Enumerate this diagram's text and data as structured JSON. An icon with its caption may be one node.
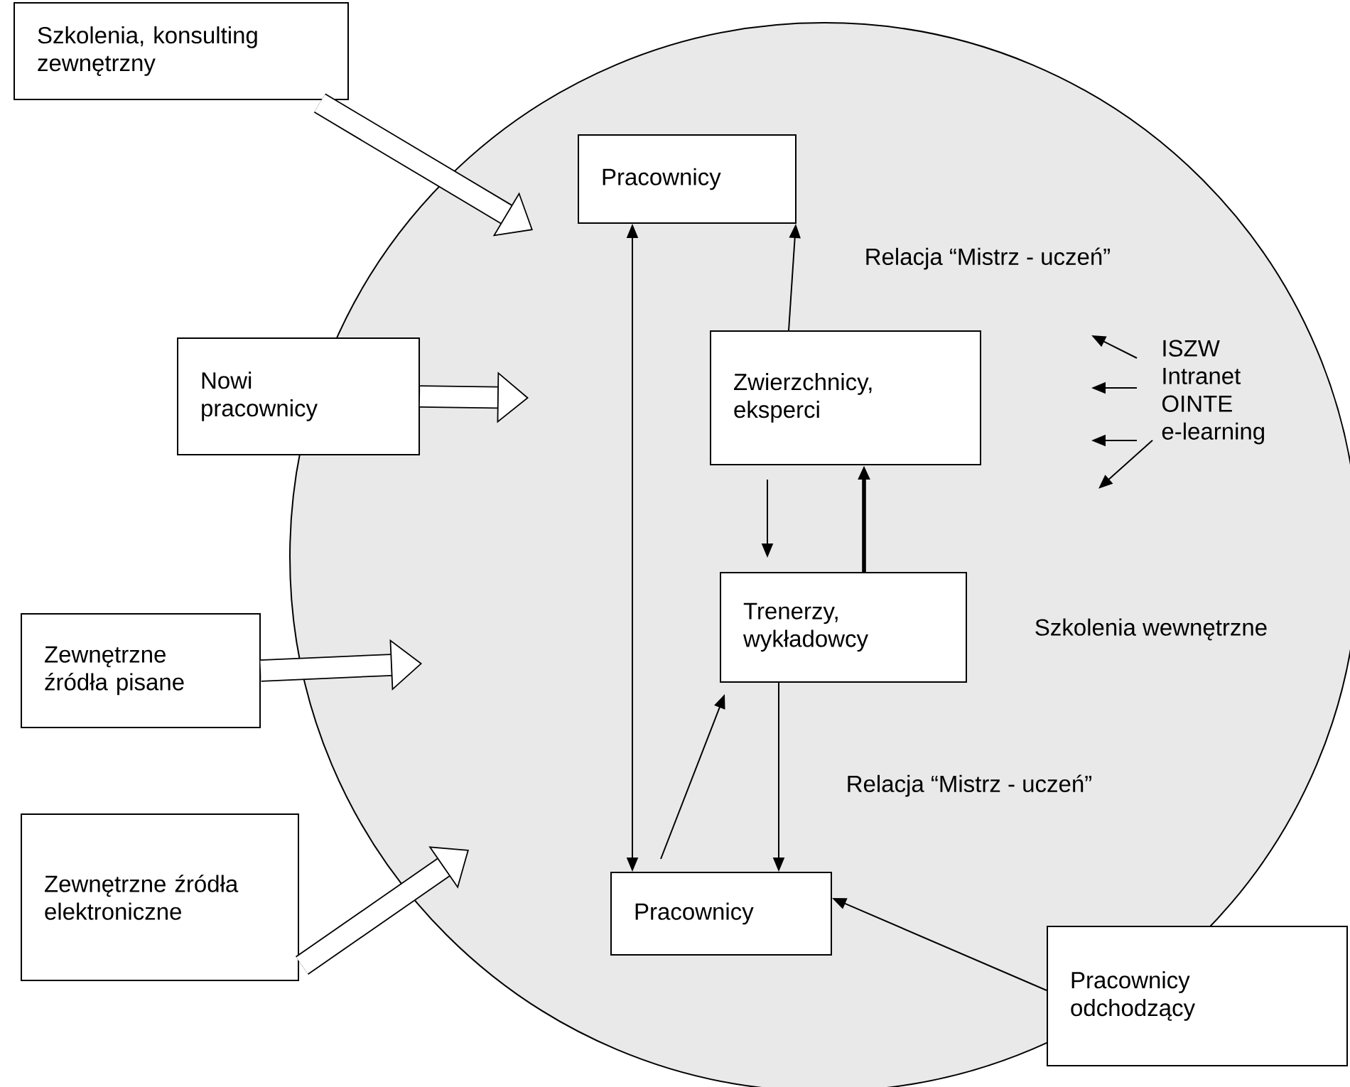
{
  "diagram": {
    "nodes": [
      {
        "text": [
          "Szkolenia wewnętrzne"
        ]
      },
      {
        "text": [
          "Szkolenia, konsulting zewnętrzny"
        ]
      },
      {
        "text": [
          "Nowi pracownicy"
        ]
      },
      {
        "text": [
          "Zewnętrzne źródła pisane"
        ]
      },
      {
        "text": [
          "Zewnętrzne źródła elektroniczne"
        ]
      },
      {
        "text": [
          "Pracownicy"
        ],
        "in": 0
      },
      {
        "text": [
          "Zwierzchnicy, eksperci"
        ],
        "in": 0
      },
      {
        "text": [
          "Trenerzy, wykładowcy"
        ],
        "in": 0
      },
      {
        "text": [
          "Pracownicy"
        ],
        "in": 0
      },
      {
        "text": [
          "Pracownicy odchodzący"
        ]
      },
      {
        "text": [
          "ISZW Intranet OINTE e-learning"
        ],
        "in": 0
      }
    ],
    "edges": [
      {
        "from": 1,
        "to": null,
        "arrow": "to",
        "style": "thick"
      },
      {
        "from": 2,
        "to": null,
        "arrow": "to",
        "style": "thick"
      },
      {
        "from": 3,
        "to": null,
        "arrow": "to",
        "style": "thick"
      },
      {
        "from": 4,
        "to": null,
        "arrow": "to",
        "style": "thick"
      },
      {
        "from": 5,
        "to": 8,
        "arrow": "both"
      },
      {
        "from": 6,
        "to": 5,
        "arrow": "to",
        "label": "Relacja “Mistrz - uczeń”"
      },
      {
        "from": 6,
        "to": 7,
        "arrow": "to"
      },
      {
        "from": 7,
        "to": 6,
        "arrow": "to",
        "style": "thick"
      },
      {
        "from": 8,
        "to": 7,
        "arrow": "to"
      },
      {
        "from": 7,
        "to": 8,
        "arrow": "to",
        "label": "Relacja “Mistrz - uczeń”"
      },
      {
        "from": 9,
        "to": 8,
        "arrow": "to"
      },
      {
        "from": 10,
        "to": null,
        "arrow": "to"
      },
      {
        "from": 10,
        "to": null,
        "arrow": "to"
      },
      {
        "from": 10,
        "to": null,
        "arrow": "to"
      },
      {
        "from": 10,
        "to": null,
        "arrow": "to"
      }
    ]
  }
}
